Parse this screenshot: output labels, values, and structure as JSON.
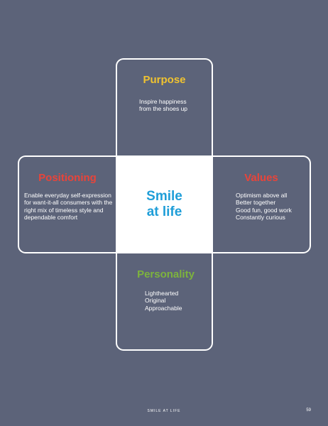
{
  "center": {
    "lines": [
      "Smile",
      "at life"
    ]
  },
  "purpose": {
    "title": "Purpose",
    "lines": [
      "Inspire happiness",
      "from the shoes up"
    ]
  },
  "positioning": {
    "title": "Positioning",
    "lines": [
      "Enable everyday self-expression",
      "for want-it-all consumers with the",
      "right mix of timeless style and",
      "dependable comfort"
    ]
  },
  "values": {
    "title": "Values",
    "lines": [
      "Optimism above all",
      "Better together",
      "Good fun, good work",
      "Constantly curious"
    ]
  },
  "personality": {
    "title": "Personality",
    "lines": [
      "Lighthearted",
      "Original",
      "Approachable"
    ]
  },
  "footer": {
    "title": "SMILE AT LIFE",
    "page_number": "59"
  },
  "colors": {
    "background": "#5c6379",
    "purpose": "#f0c330",
    "positioning": "#e8443a",
    "values": "#e8443a",
    "personality": "#7db33d",
    "center_text": "#1f9ed8"
  }
}
